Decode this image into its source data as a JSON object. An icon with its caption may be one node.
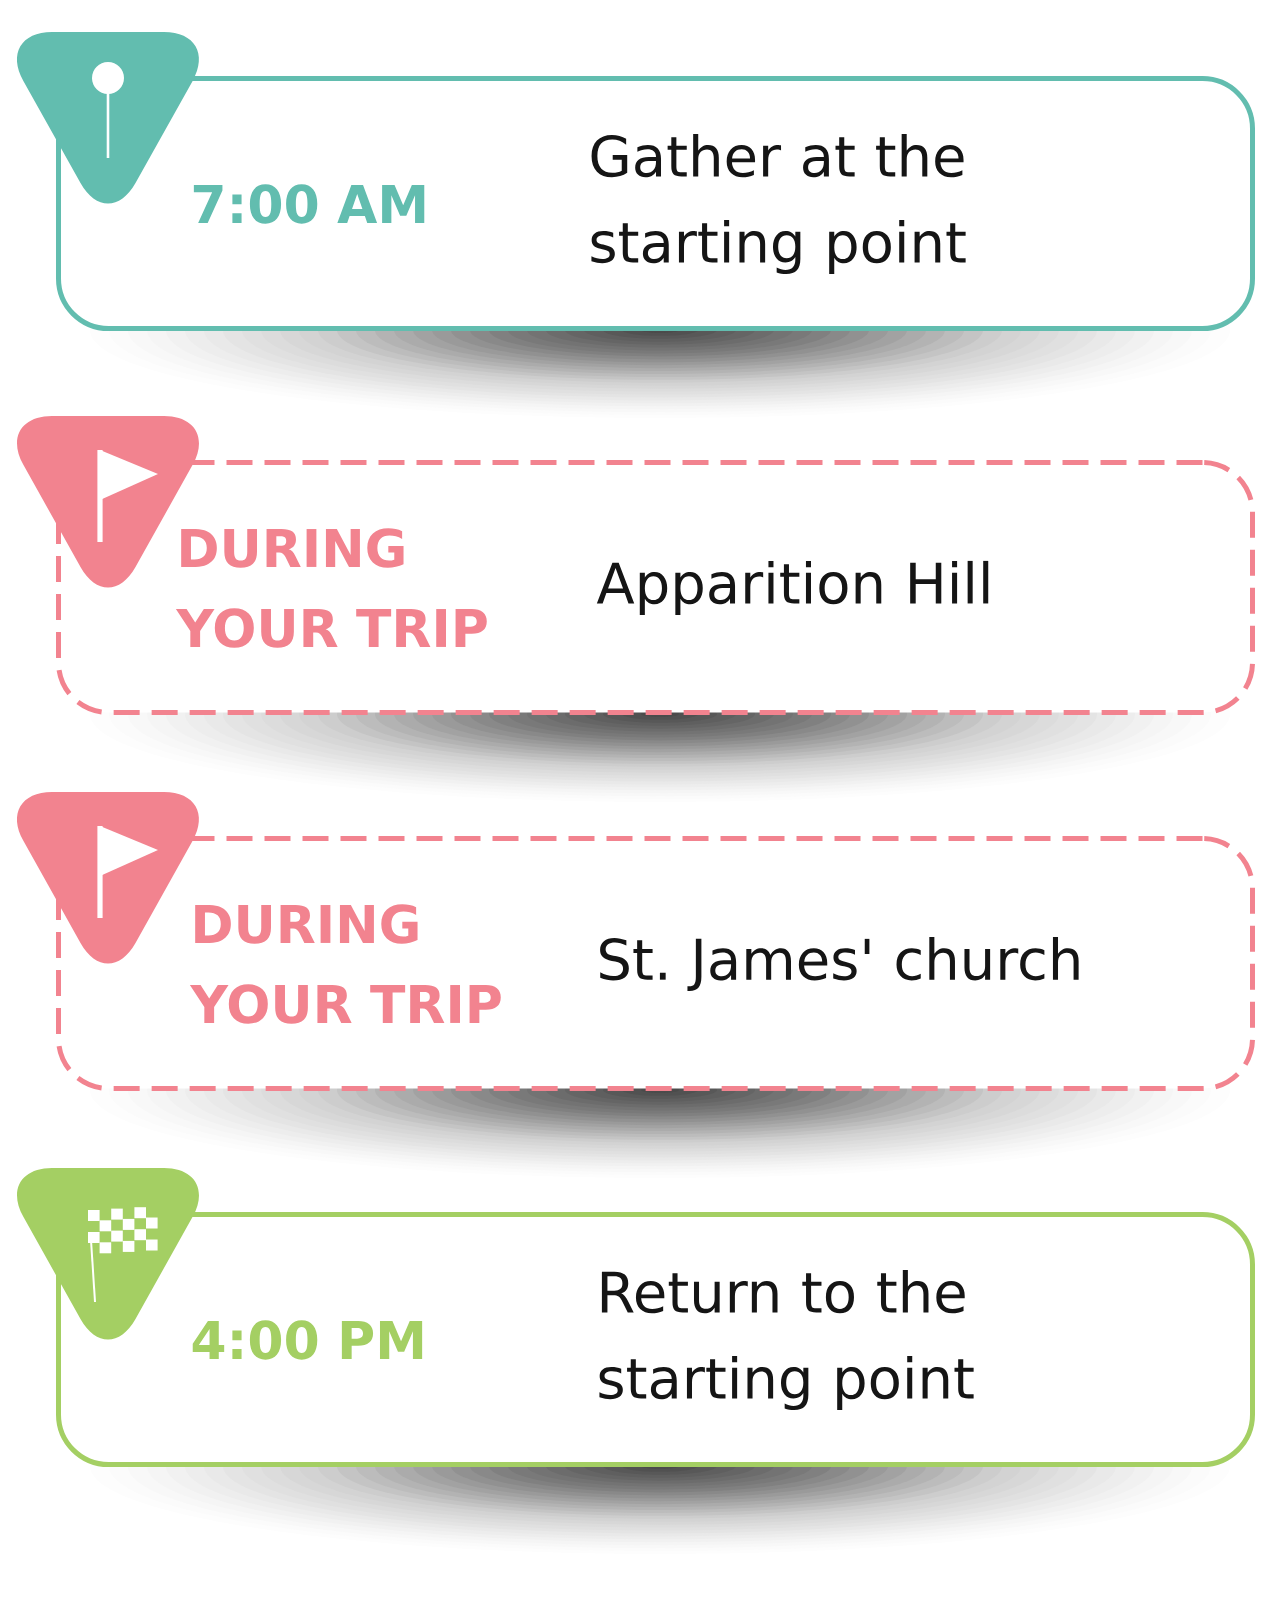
{
  "diagram": {
    "nodes": [
      {
        "text": [
          "7:00 AM",
          "Gather at the starting point"
        ]
      },
      {
        "text": [
          "DURING YOUR TRIP",
          "Apparition Hill"
        ]
      },
      {
        "text": [
          "DURING YOUR TRIP",
          "St. James' church"
        ]
      },
      {
        "text": [
          "4:00 PM",
          "Return to the starting point"
        ]
      }
    ]
  }
}
